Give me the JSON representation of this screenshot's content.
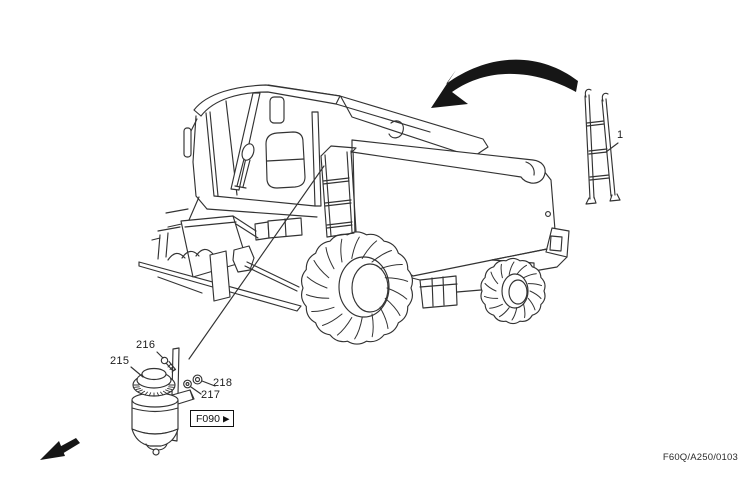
{
  "figure": {
    "type": "parts-catalog-line-drawing",
    "subject_icons": [
      "combine-harvester-illustration",
      "ladder-illustration",
      "reservoir-detail-illustration"
    ],
    "colors": {
      "line": "#333333",
      "solid": "#161616",
      "background": "#ffffff"
    }
  },
  "callouts": {
    "ladder": "1",
    "reservoir": "215",
    "bolt": "216",
    "washer": "217",
    "nut": "218"
  },
  "reference": {
    "figure_code": "F090",
    "arrow_glyph": "▶"
  },
  "footer": {
    "drawing_code": "F60Q/A250/0103"
  }
}
